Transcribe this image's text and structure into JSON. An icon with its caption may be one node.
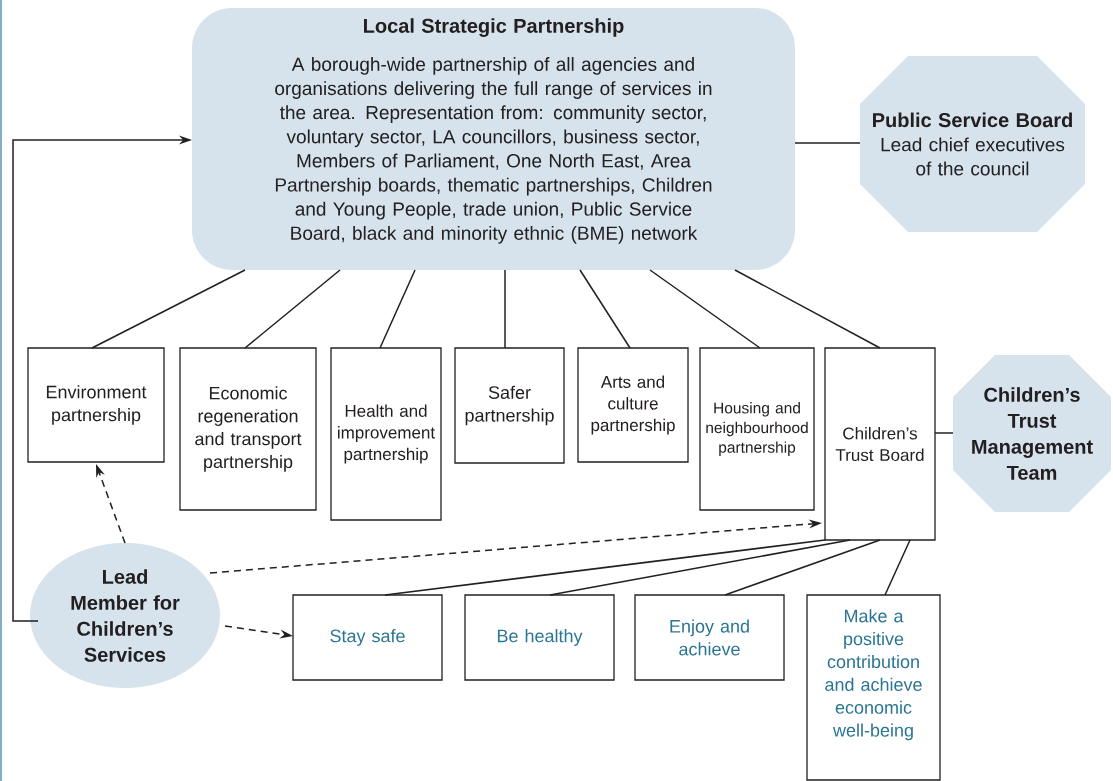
{
  "diagram": {
    "nodes": [
      {
        "text": [
          "Local Strategic Partnership",
          "A borough-wide partnership of all agencies and organisations delivering the full range of services in the area. Representation from: community sector, voluntary sector, LA councillors, business sector, Members of Parliament, One North East, Area Partnership boards, thematic partnerships, Children and Young People, trade union, Public Service Board, black and minority ethnic (BME) network"
        ]
      },
      {
        "text": [
          "Public Service Board",
          "Lead chief executives of the council"
        ]
      },
      {
        "text": [
          "Environment partnership"
        ]
      },
      {
        "text": [
          "Economic regeneration and transport partnership"
        ]
      },
      {
        "text": [
          "Health and improvement partnership"
        ]
      },
      {
        "text": [
          "Safer partnership"
        ]
      },
      {
        "text": [
          "Arts and culture partnership"
        ]
      },
      {
        "text": [
          "Housing and neighbourhood partnership"
        ]
      },
      {
        "text": [
          "Children’s Trust Board"
        ]
      },
      {
        "text": [
          "Children’s Trust Management Team"
        ]
      },
      {
        "text": [
          "Lead Member for Children’s Services"
        ]
      },
      {
        "text": [
          "Stay safe"
        ]
      },
      {
        "text": [
          "Be healthy"
        ]
      },
      {
        "text": [
          "Enjoy and achieve"
        ]
      },
      {
        "text": [
          "Make a positive contribution and achieve economic well-being"
        ]
      }
    ],
    "edges": [
      {
        "from": 0,
        "to": 2,
        "arrow": "none"
      },
      {
        "from": 0,
        "to": 3,
        "arrow": "none"
      },
      {
        "from": 0,
        "to": 4,
        "arrow": "none"
      },
      {
        "from": 0,
        "to": 5,
        "arrow": "none"
      },
      {
        "from": 0,
        "to": 6,
        "arrow": "none"
      },
      {
        "from": 0,
        "to": 7,
        "arrow": "none"
      },
      {
        "from": 0,
        "to": 8,
        "arrow": "none"
      },
      {
        "from": 0,
        "to": 1,
        "arrow": "none"
      },
      {
        "from": 8,
        "to": 9,
        "arrow": "none"
      },
      {
        "from": 8,
        "to": 11,
        "arrow": "none"
      },
      {
        "from": 8,
        "to": 12,
        "arrow": "none"
      },
      {
        "from": 8,
        "to": 13,
        "arrow": "none"
      },
      {
        "from": 8,
        "to": 14,
        "arrow": "none"
      },
      {
        "from": 10,
        "to": 2,
        "arrow": "to",
        "style": "dashed"
      },
      {
        "from": 10,
        "to": 8,
        "arrow": "to",
        "style": "dashed"
      },
      {
        "from": 10,
        "to": 11,
        "arrow": "to",
        "style": "dashed"
      },
      {
        "from": 10,
        "to": 0,
        "arrow": "to"
      }
    ]
  }
}
